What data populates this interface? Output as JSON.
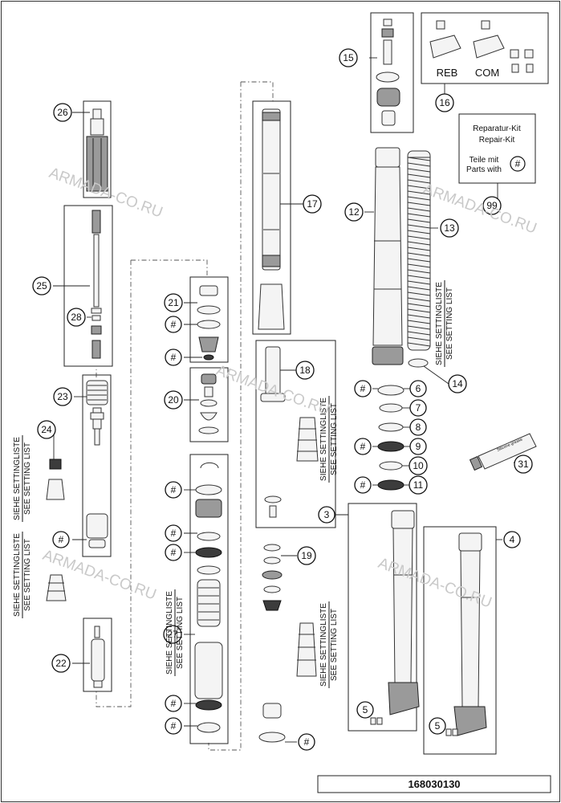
{
  "callouts": [
    {
      "id": "c-26",
      "label": "26"
    },
    {
      "id": "c-25",
      "label": "25"
    },
    {
      "id": "c-28",
      "label": "28"
    },
    {
      "id": "c-23",
      "label": "23"
    },
    {
      "id": "c-24",
      "label": "24"
    },
    {
      "id": "c-hash-a",
      "label": "#"
    },
    {
      "id": "c-22",
      "label": "22"
    },
    {
      "id": "c-21",
      "label": "21"
    },
    {
      "id": "c-hash-b",
      "label": "#"
    },
    {
      "id": "c-hash-c",
      "label": "#"
    },
    {
      "id": "c-20",
      "label": "20"
    },
    {
      "id": "c-hash-d",
      "label": "#"
    },
    {
      "id": "c-hash-e",
      "label": "#"
    },
    {
      "id": "c-hash-f",
      "label": "#"
    },
    {
      "id": "c-27",
      "label": "27"
    },
    {
      "id": "c-hash-g",
      "label": "#"
    },
    {
      "id": "c-hash-h",
      "label": "#"
    },
    {
      "id": "c-17",
      "label": "17"
    },
    {
      "id": "c-18",
      "label": "18"
    },
    {
      "id": "c-19",
      "label": "19"
    },
    {
      "id": "c-hash-i",
      "label": "#"
    },
    {
      "id": "c-15",
      "label": "15"
    },
    {
      "id": "c-16",
      "label": "16"
    },
    {
      "id": "c-99",
      "label": "99"
    },
    {
      "id": "c-12",
      "label": "12"
    },
    {
      "id": "c-13",
      "label": "13"
    },
    {
      "id": "c-14",
      "label": "14"
    },
    {
      "id": "c-hash-j",
      "label": "#"
    },
    {
      "id": "c-6",
      "label": "6"
    },
    {
      "id": "c-7",
      "label": "7"
    },
    {
      "id": "c-hash-k",
      "label": "#"
    },
    {
      "id": "c-8",
      "label": "8"
    },
    {
      "id": "c-9",
      "label": "9"
    },
    {
      "id": "c-10",
      "label": "10"
    },
    {
      "id": "c-hash-l",
      "label": "#"
    },
    {
      "id": "c-11",
      "label": "11"
    },
    {
      "id": "c-31",
      "label": "31"
    },
    {
      "id": "c-3",
      "label": "3"
    },
    {
      "id": "c-4",
      "label": "4"
    },
    {
      "id": "c-5a",
      "label": "5"
    },
    {
      "id": "c-5b",
      "label": "5"
    }
  ],
  "setting_note": {
    "line1": "SIEHE SETTINGLISTE",
    "line2": "SEE SETTING LIST"
  },
  "kit16": {
    "reb": "REB",
    "com": "COM"
  },
  "repair_kit": {
    "line1": "Reparatur-Kit",
    "line2": "Repair-Kit",
    "line3": "Teile mit",
    "line4": "Parts with",
    "symbol": "#"
  },
  "tube_label": "Silicone grease",
  "drawing_number": "168030130",
  "watermark": "ARMADA-CO.RU"
}
